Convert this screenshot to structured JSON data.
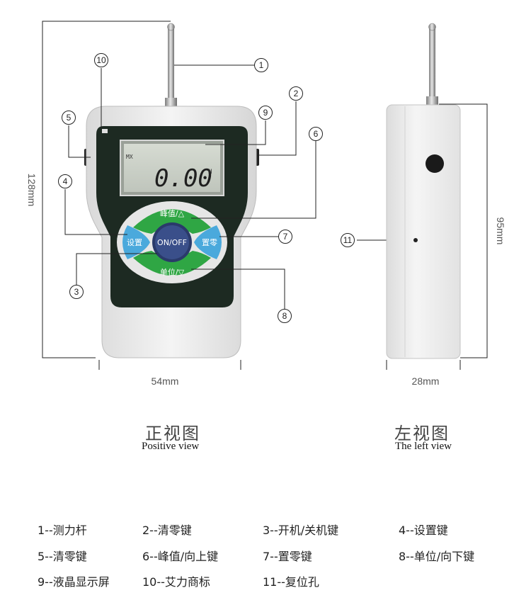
{
  "dimensions": {
    "height_front": "128mm",
    "width_front": "54mm",
    "height_side": "95mm",
    "width_side": "28mm"
  },
  "device": {
    "lcd_value": "0.00",
    "lcd_unit": "N",
    "lcd_corner": "MX",
    "buttons": {
      "peak_up": "峰值/△",
      "setting": "设置",
      "power": "ON/OFF",
      "zero": "置零",
      "unit_down": "单位/▽"
    }
  },
  "callouts": [
    "1",
    "2",
    "3",
    "4",
    "5",
    "6",
    "7",
    "8",
    "9",
    "10",
    "11"
  ],
  "captions": {
    "front_zh": "正视图",
    "front_en": "Positive view",
    "left_zh": "左视图",
    "left_en": "The left view"
  },
  "legend": [
    "1--测力杆",
    "2--清零键",
    "3--开机/关机键",
    "4--设置键",
    "5--清零键",
    "6--峰值/向上键",
    "7--置零键",
    "8--单位/向下键",
    "9--液晶显示屏",
    "10--艾力商标",
    "11--复位孔"
  ],
  "colors": {
    "case": "#e9e9e9",
    "face": "#1d2a22",
    "lcd": "#c9cfc6",
    "green_button": "#2fa644",
    "blue_button": "#4aa9dc",
    "power_button": "#3a4f8a"
  }
}
